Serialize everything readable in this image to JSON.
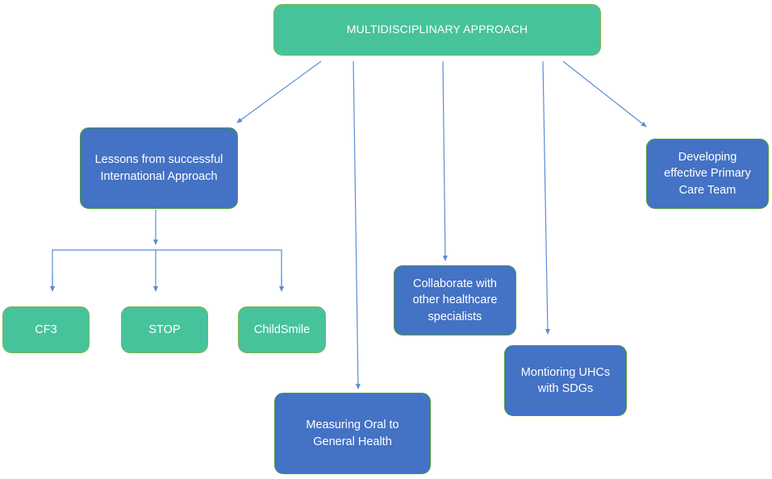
{
  "diagram": {
    "colors": {
      "green_fill": "#47c39c",
      "blue_fill": "#4472c4",
      "connector": "#5b8bd6"
    },
    "nodes": {
      "root": "MULTIDISCIPLINARY APPROACH",
      "lessons": "Lessons from successful\nInternational Approach",
      "cf3": "CF3",
      "stop": "STOP",
      "childsmile": "ChildSmile",
      "measuring": "Measuring Oral to\nGeneral Health",
      "collaborate": "Collaborate with\nother healthcare\nspecialists",
      "monitoring": "Montioring UHCs\nwith SDGs",
      "developing": "Developing\neffective Primary\nCare Team"
    }
  }
}
